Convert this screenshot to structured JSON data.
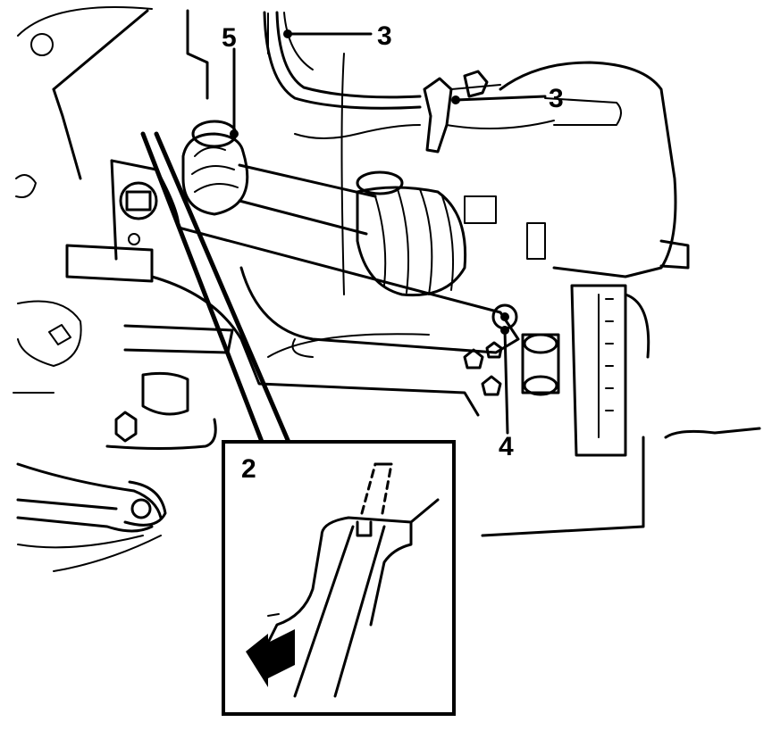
{
  "diagram": {
    "callouts": {
      "pipe_upper": "3",
      "pipe_bracket": "3",
      "boot_clamp": "5",
      "arm_bolt": "4",
      "detail": "2"
    },
    "colors": {
      "ink": "#000000",
      "paper": "#ffffff"
    }
  }
}
